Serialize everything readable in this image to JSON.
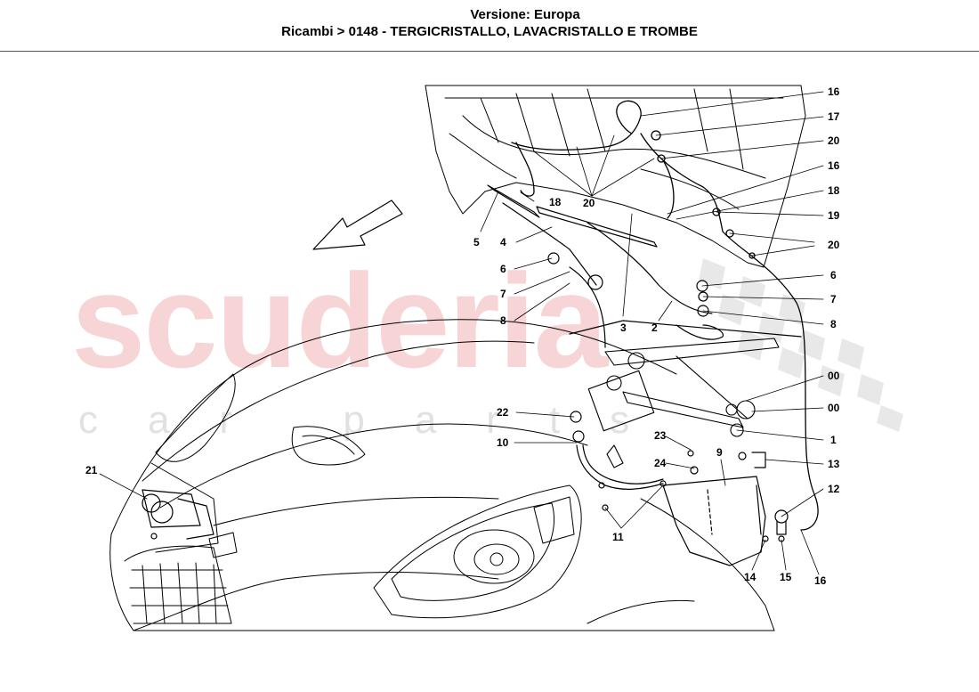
{
  "header": {
    "version": "Versione: Europa",
    "title": "Ricambi > 0148 - TERGICRISTALLO, LAVACRISTALLO E TROMBE"
  },
  "watermark": {
    "main": "scuderia",
    "sub": "car parts"
  },
  "callouts": [
    {
      "id": "c16a",
      "label": "16"
    },
    {
      "id": "c17",
      "label": "17"
    },
    {
      "id": "c20a",
      "label": "20"
    },
    {
      "id": "c16b",
      "label": "16"
    },
    {
      "id": "c18a",
      "label": "18"
    },
    {
      "id": "c19",
      "label": "19"
    },
    {
      "id": "c20b",
      "label": "20"
    },
    {
      "id": "c6a",
      "label": "6"
    },
    {
      "id": "c7a",
      "label": "7"
    },
    {
      "id": "c8a",
      "label": "8"
    },
    {
      "id": "c00a",
      "label": "00"
    },
    {
      "id": "c00b",
      "label": "00"
    },
    {
      "id": "c1",
      "label": "1"
    },
    {
      "id": "c13",
      "label": "13"
    },
    {
      "id": "c12",
      "label": "12"
    },
    {
      "id": "c16c",
      "label": "16"
    },
    {
      "id": "c15",
      "label": "15"
    },
    {
      "id": "c14",
      "label": "14"
    },
    {
      "id": "c9",
      "label": "9"
    },
    {
      "id": "c23",
      "label": "23"
    },
    {
      "id": "c24",
      "label": "24"
    },
    {
      "id": "c11",
      "label": "11"
    },
    {
      "id": "c22",
      "label": "22"
    },
    {
      "id": "c10",
      "label": "10"
    },
    {
      "id": "c21",
      "label": "21"
    },
    {
      "id": "c5",
      "label": "5"
    },
    {
      "id": "c4",
      "label": "4"
    },
    {
      "id": "c18b",
      "label": "18"
    },
    {
      "id": "c20c",
      "label": "20"
    },
    {
      "id": "c6b",
      "label": "6"
    },
    {
      "id": "c7b",
      "label": "7"
    },
    {
      "id": "c8b",
      "label": "8"
    },
    {
      "id": "c3",
      "label": "3"
    },
    {
      "id": "c2",
      "label": "2"
    }
  ]
}
